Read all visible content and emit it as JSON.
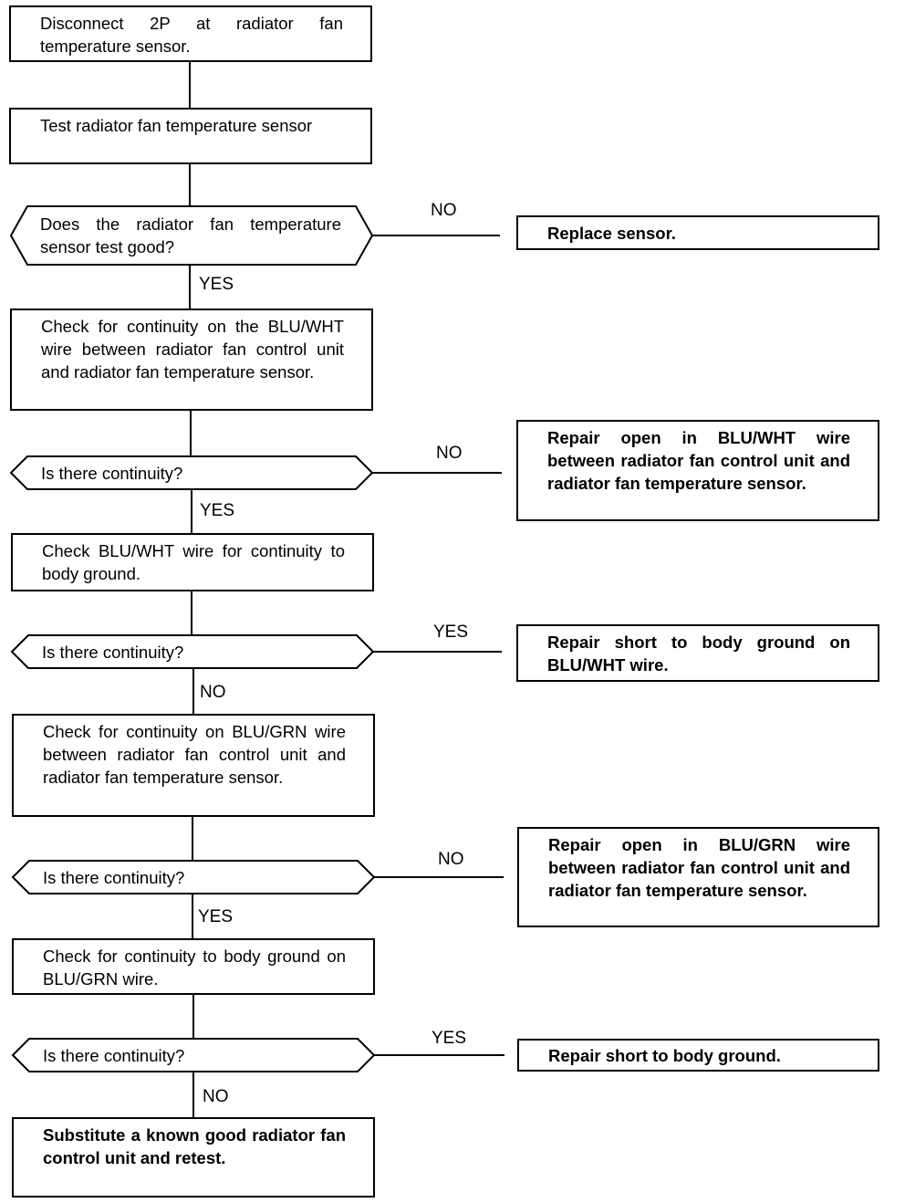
{
  "steps": {
    "disconnect": "Disconnect 2P at radiator fan temperature sensor.",
    "test_sensor": "Test radiator fan temperature sensor",
    "q_sensor_good": "Does the radiator fan temperature sensor test good?",
    "replace_sensor": "Replace sensor.",
    "check_blu_wht_cont": "Check for continuity on the BLU/WHT wire between radiator fan control unit and radiator fan temperature sensor.",
    "q_cont_1": "Is there continuity?",
    "repair_open_blu_wht": "Repair open in BLU/WHT wire between radiator fan control unit and radiator fan temperature sensor.",
    "check_blu_wht_ground": "Check BLU/WHT wire for continuity to body ground.",
    "q_cont_2": "Is there continuity?",
    "repair_short_blu_wht": "Repair short to body ground on BLU/WHT wire.",
    "check_blu_grn_cont": "Check for continuity on BLU/GRN wire between radiator fan control unit and radiator fan temperature sensor.",
    "q_cont_3": "Is there continuity?",
    "repair_open_blu_grn": "Repair open in BLU/GRN wire between radiator fan control unit and radiator fan temperature sensor.",
    "check_blu_grn_ground": "Check for continuity to body ground on BLU/GRN wire.",
    "q_cont_4": "Is there continuity?",
    "repair_short": "Repair short to body ground.",
    "substitute": "Substitute a known good radiator fan control unit and retest."
  },
  "labels": {
    "no_1": "NO",
    "yes_1": "YES",
    "no_2": "NO",
    "yes_2": "YES",
    "yes_3": "YES",
    "no_3": "NO",
    "no_4": "NO",
    "yes_4": "YES",
    "yes_5": "YES",
    "no_5": "NO"
  }
}
